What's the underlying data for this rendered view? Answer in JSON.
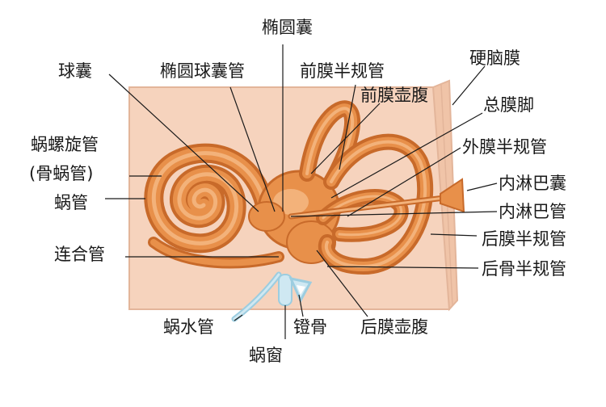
{
  "diagram": {
    "labels": {
      "ellipse_sac": "椭圆囊",
      "saccule": "球囊",
      "utriculosaccular_duct": "椭圆球囊管",
      "anterior_membranous_canal": "前膜半规管",
      "dura_mater": "硬脑膜",
      "anterior_membranous_ampulla": "前膜壶腹",
      "common_membranous_crus": "总膜脚",
      "cochlear_spiral_canal": "蜗螺旋管",
      "bony_cochlea_paren": "(骨蜗管)",
      "lateral_membranous_canal": "外膜半规管",
      "cochlear_duct": "蜗管",
      "endolymphatic_sac": "内淋巴囊",
      "endolymphatic_duct": "内淋巴管",
      "posterior_membranous_canal": "后膜半规管",
      "ductus_reuniens": "连合管",
      "posterior_bony_canal": "后骨半规管",
      "cochlear_aqueduct": "蜗水管",
      "stapes": "镫骨",
      "posterior_membranous_ampulla": "后膜壶腹",
      "cochlear_window": "蜗窗"
    },
    "colors": {
      "bone_background": "#f6d3bd",
      "bone_edge": "#e3b59a",
      "membrane_orange": "#e8904a",
      "membrane_light": "#f3b27a",
      "membrane_dark": "#c86a2a",
      "window_blue": "#cfe8f2"
    }
  }
}
